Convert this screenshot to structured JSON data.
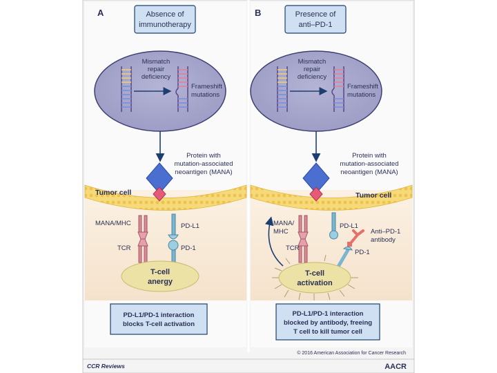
{
  "colors": {
    "accent_navy": "#1d3f70",
    "blue_box": "#cfe0f2",
    "ellipse_fill": "#a8a8cc",
    "membrane": "#f3d36a",
    "tcell": "#ece2a6",
    "cyto_bg": "#f8ead9",
    "antigen_blue": "#4a6fd1",
    "antigen_pink": "#e55a78",
    "tcr_pink": "#d88a96",
    "pd_blue": "#7bb5cf",
    "antibody_red": "#e57068"
  },
  "panelA": {
    "letter": "A",
    "title_l1": "Absence of",
    "title_l2": "immunotherapy",
    "mmr_l1": "Mismatch",
    "mmr_l2": "repair",
    "mmr_l3": "deficiency",
    "fs_l1": "Frameshift",
    "fs_l2": "mutations",
    "protein_l1": "Protein with",
    "protein_l2": "mutation-associated",
    "protein_l3": "neoantigen (MANA)",
    "tumor_cell": "Tumor cell",
    "mana_mhc": "MANA/MHC",
    "pdl1": "PD-L1",
    "tcr": "TCR",
    "pd1": "PD-1",
    "tcell_l1": "T-cell",
    "tcell_l2": "anergy",
    "result_l1": "PD-L1/PD-1 interaction",
    "result_l2": "blocks T-cell activation"
  },
  "panelB": {
    "letter": "B",
    "title_l1": "Presence of",
    "title_l2": "anti–PD-1",
    "mmr_l1": "Mismatch",
    "mmr_l2": "repair",
    "mmr_l3": "deficiency",
    "fs_l1": "Frameshift",
    "fs_l2": "mutations",
    "protein_l1": "Protein with",
    "protein_l2": "mutation-associated",
    "protein_l3": "neoantigen (MANA)",
    "tumor_cell": "Tumor cell",
    "mana_l1": "MANA/",
    "mana_l2": "MHC",
    "pdl1": "PD-L1",
    "antibody_l1": "Anti–PD-1",
    "antibody_l2": "antibody",
    "tcr": "TCR",
    "pd1": "PD-1",
    "tcell_l1": "T-cell",
    "tcell_l2": "activation",
    "result_l1": "PD-L1/PD-1 interaction",
    "result_l2": "blocked by antibody, freeing",
    "result_l3": "T cell to kill tumor cell"
  },
  "footer": {
    "copyright": "© 2016 American Association for Cancer Research",
    "journal": "CCR Reviews",
    "publisher_logo": "AACR"
  }
}
